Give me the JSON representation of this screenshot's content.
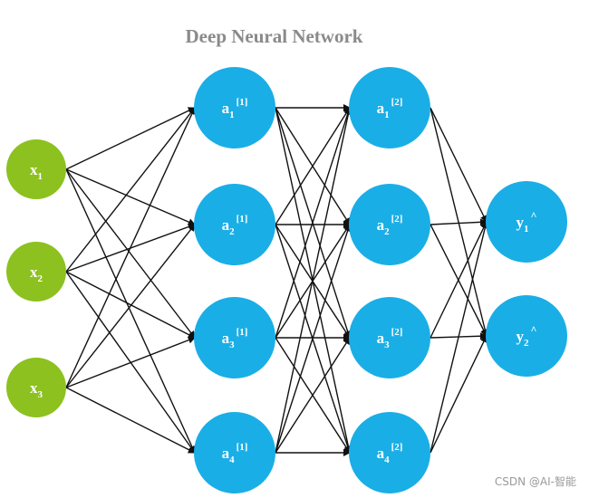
{
  "title": "Deep Neural Network",
  "watermark": "CSDN @AI-智能",
  "colors": {
    "input": "#8cc11f",
    "hidden": "#1aaee6",
    "output": "#1aaee6",
    "edge": "#111111",
    "title": "#8a8a8a"
  },
  "layers": [
    {
      "name": "input",
      "nodes": [
        {
          "base": "x",
          "sub": "1",
          "sup": ""
        },
        {
          "base": "x",
          "sub": "2",
          "sup": ""
        },
        {
          "base": "x",
          "sub": "3",
          "sup": ""
        }
      ]
    },
    {
      "name": "hidden-1",
      "nodes": [
        {
          "base": "a",
          "sub": "1",
          "sup": "[1]"
        },
        {
          "base": "a",
          "sub": "2",
          "sup": "[1]"
        },
        {
          "base": "a",
          "sub": "3",
          "sup": "[1]"
        },
        {
          "base": "a",
          "sub": "4",
          "sup": "[1]"
        }
      ]
    },
    {
      "name": "hidden-2",
      "nodes": [
        {
          "base": "a",
          "sub": "1",
          "sup": "[2]"
        },
        {
          "base": "a",
          "sub": "2",
          "sup": "[2]"
        },
        {
          "base": "a",
          "sub": "3",
          "sup": "[2]"
        },
        {
          "base": "a",
          "sub": "4",
          "sup": "[2]"
        }
      ]
    },
    {
      "name": "output",
      "nodes": [
        {
          "base": "y",
          "sub": "1",
          "sup": "^"
        },
        {
          "base": "y",
          "sub": "2",
          "sup": "^"
        }
      ]
    }
  ]
}
